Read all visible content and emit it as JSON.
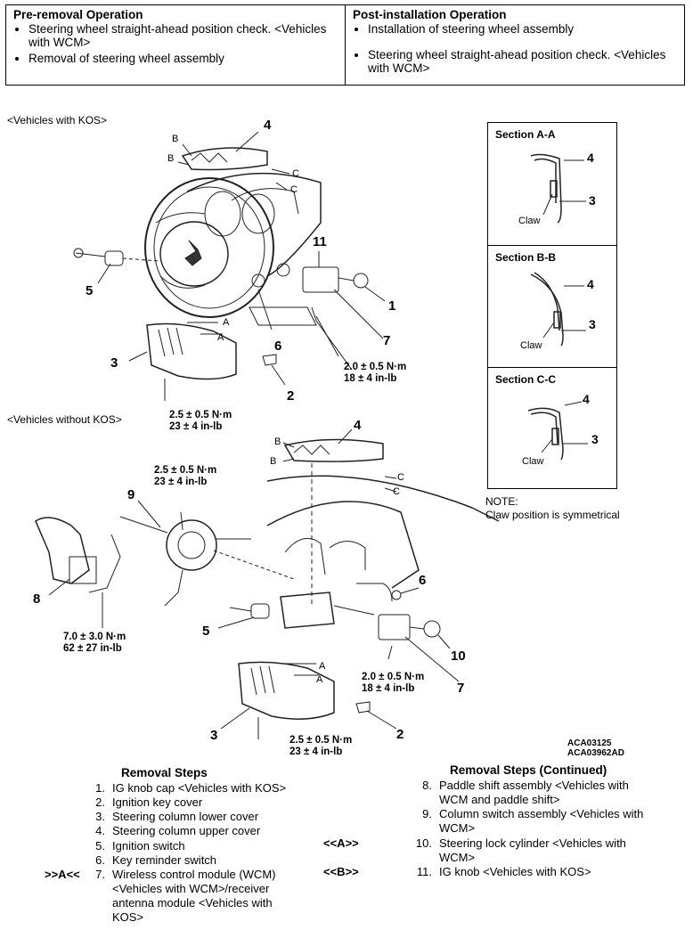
{
  "operations": {
    "pre": {
      "title": "Pre-removal Operation",
      "items": [
        "Steering wheel straight-ahead position check. <Vehicles with WCM>",
        "Removal of steering wheel assembly"
      ]
    },
    "post": {
      "title": "Post-installation Operation",
      "items": [
        "Installation of steering wheel assembly",
        "Steering wheel straight-ahead position check. <Vehicles with WCM>"
      ]
    }
  },
  "diagram": {
    "label_kos": "<Vehicles with KOS>",
    "label_nokos": "<Vehicles without KOS>",
    "callouts_top": [
      "4",
      "11",
      "1",
      "5",
      "7",
      "6",
      "3",
      "2"
    ],
    "callouts_bottom": [
      "4",
      "9",
      "8",
      "6",
      "5",
      "10",
      "7",
      "3",
      "2"
    ],
    "torque": {
      "t1a": "2.0 ± 0.5 N·m",
      "t1b": "18 ± 4 in-lb",
      "t2a": "2.5 ± 0.5 N·m",
      "t2b": "23 ± 4 in-lb",
      "t3a": "2.5 ± 0.5 N·m",
      "t3b": "23 ± 4 in-lb",
      "t4a": "7.0 ± 3.0 N·m",
      "t4b": "62 ± 27 in-lb",
      "t5a": "2.0 ± 0.5 N·m",
      "t5b": "18 ± 4 in-lb",
      "t6a": "2.5 ± 0.5 N·m",
      "t6b": "23 ± 4 in-lb"
    },
    "letters": {
      "a": "A",
      "b": "B",
      "c": "C"
    },
    "codes": [
      "ACA03125",
      "ACA03962AD"
    ]
  },
  "sections": [
    {
      "title": "Section A-A",
      "n1": "4",
      "n2": "3",
      "claw": "Claw"
    },
    {
      "title": "Section B-B",
      "n1": "4",
      "n2": "3",
      "claw": "Claw"
    },
    {
      "title": "Section C-C",
      "n1": "4",
      "n2": "3",
      "claw": "Claw"
    }
  ],
  "note": {
    "title": "NOTE:",
    "text": "Claw position is symmetrical"
  },
  "removal": {
    "title": "Removal Steps",
    "title_cont": "Removal Steps (Continued)",
    "steps": [
      {
        "num": "1.",
        "text": "IG knob cap <Vehicles with KOS>"
      },
      {
        "num": "2.",
        "text": "Ignition key cover"
      },
      {
        "num": "3.",
        "text": "Steering column lower cover"
      },
      {
        "num": "4.",
        "text": "Steering column upper cover"
      },
      {
        "num": "5.",
        "text": "Ignition switch"
      },
      {
        "num": "6.",
        "text": "Key reminder switch"
      },
      {
        "num": "7.",
        "text": "Wireless control module (WCM) <Vehicles with WCM>/receiver antenna module <Vehicles with KOS>"
      },
      {
        "num": "8.",
        "text": "Paddle shift assembly <Vehicles with WCM and paddle shift>"
      },
      {
        "num": "9.",
        "text": "Column switch assembly <Vehicles with WCM>"
      },
      {
        "num": "10.",
        "text": "Steering lock cylinder <Vehicles with WCM>"
      },
      {
        "num": "11.",
        "text": "IG knob <Vehicles with KOS>"
      }
    ],
    "marks": {
      "m7": ">>A<<",
      "m10": "<<A>>",
      "m11": "<<B>>"
    }
  }
}
